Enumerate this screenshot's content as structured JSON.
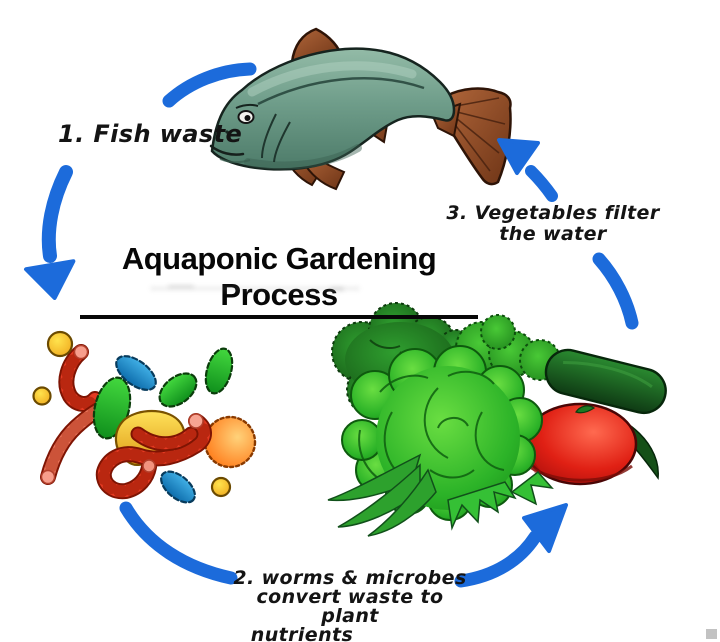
{
  "title": {
    "text": "Aquaponic Gardening Process"
  },
  "steps": {
    "step1": {
      "label": "1. Fish waste"
    },
    "step2": {
      "lines": [
        "2. worms & microbes",
        "convert waste to plant",
        "nutrients"
      ]
    },
    "step3": {
      "lines": [
        "3. Vegetables filter",
        "the water"
      ]
    }
  },
  "colors": {
    "background": "#ffffff",
    "arrow_blue": "#1c6bdb",
    "text_black": "#141414",
    "fish_body_teal": "#6f9d8a",
    "fin_brown": "#9a532c",
    "worm_red": "#e23a22",
    "bacteria_green": "#22b230",
    "bacteria_blue": "#1e8fd0",
    "microbe_yellow": "#ffd21e",
    "microbe_orange": "#ff7a1a",
    "lettuce_green": "#3dc332",
    "broccoli_green": "#1f7a1f",
    "cucumber_green": "#17541e",
    "tomato_red": "#d81616"
  }
}
